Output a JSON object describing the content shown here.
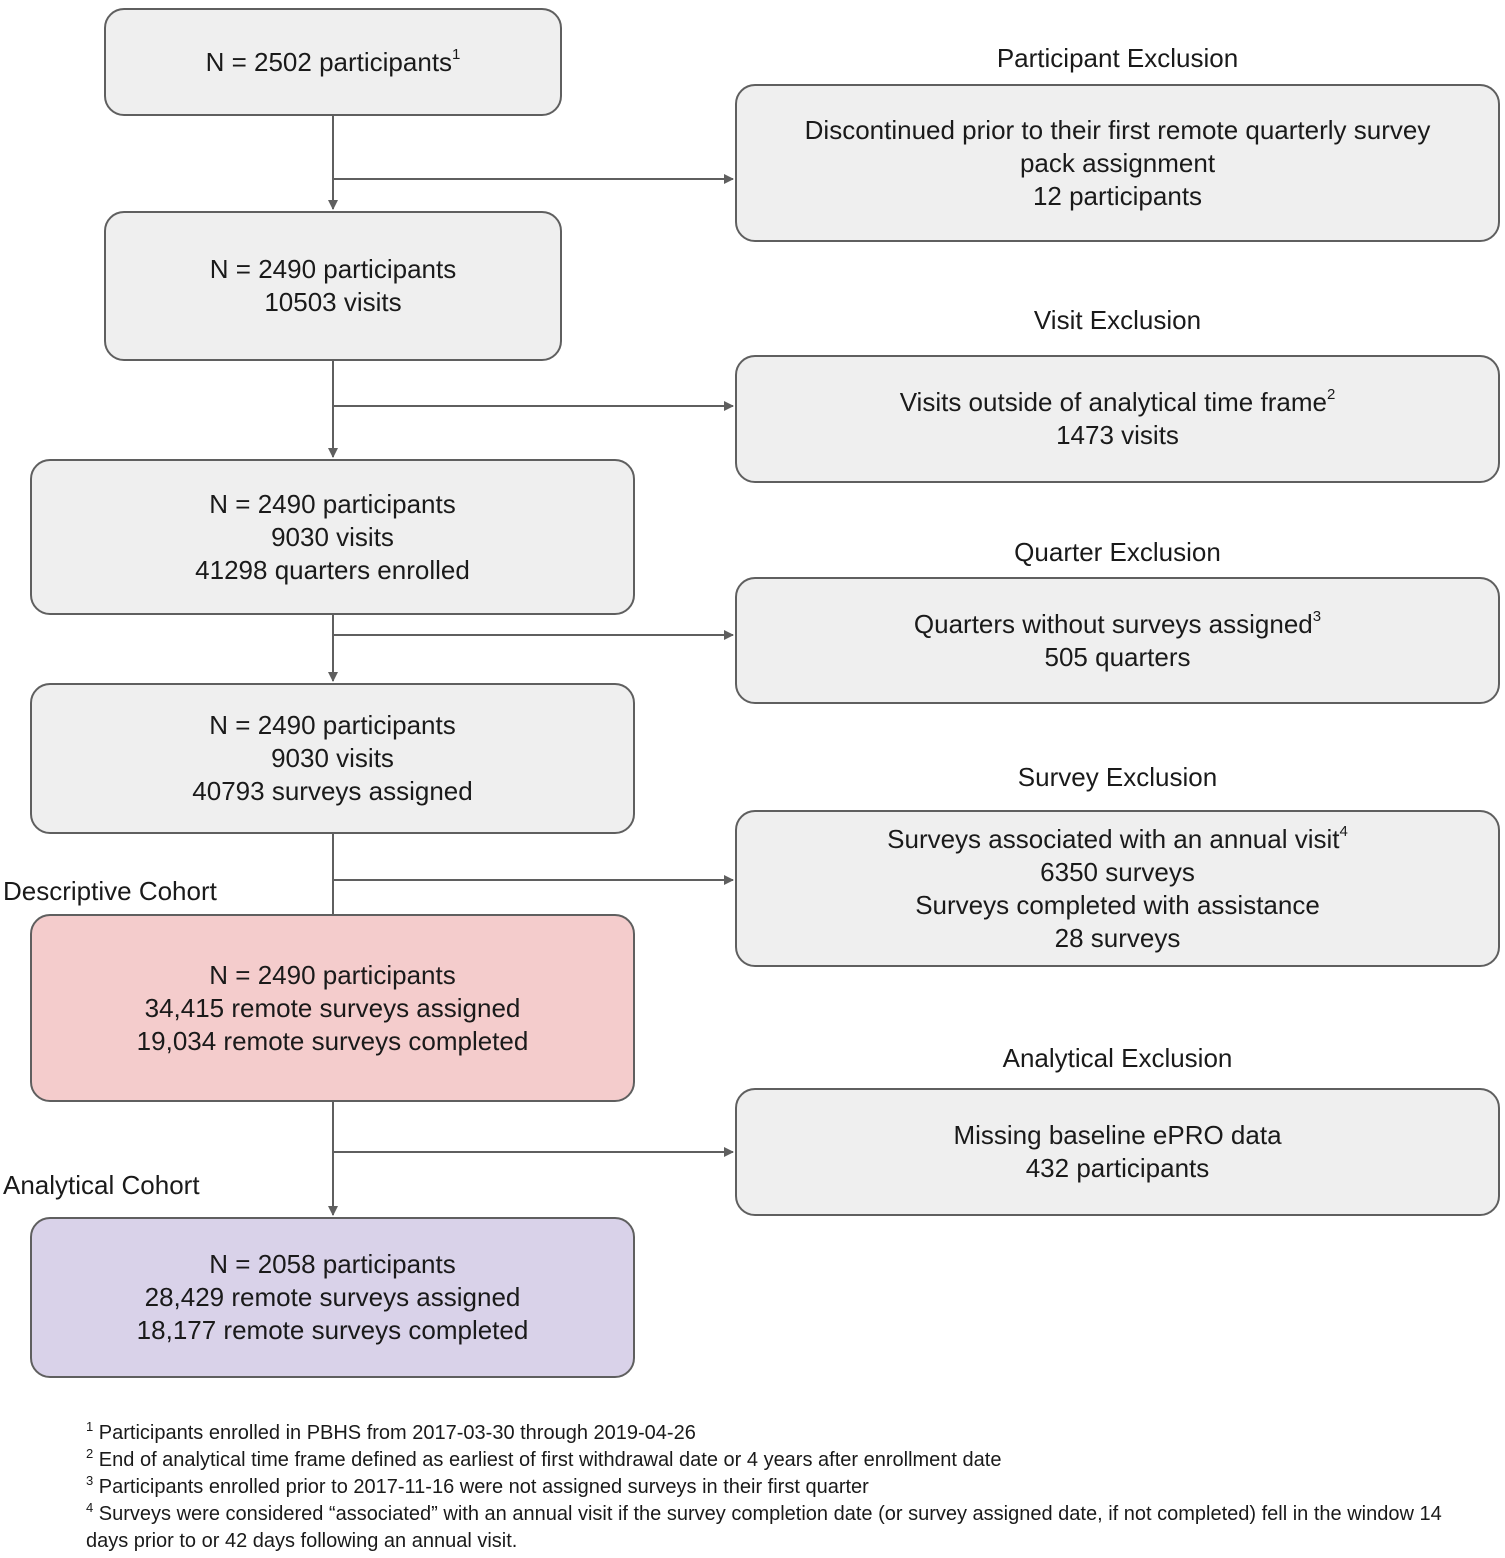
{
  "flow": {
    "b1": {
      "line1": "N = 2502 participants",
      "sup": "1"
    },
    "b2": {
      "line1": "N = 2490 participants",
      "line2": "10503 visits"
    },
    "b3": {
      "line1": "N = 2490 participants",
      "line2": "9030 visits",
      "line3": "41298 quarters enrolled"
    },
    "b4": {
      "line1": "N = 2490 participants",
      "line2": "9030 visits",
      "line3": "40793 surveys assigned"
    },
    "b5": {
      "line1": "N = 2490 participants",
      "line2": "34,415 remote surveys assigned",
      "line3": "19,034 remote surveys completed"
    },
    "b6": {
      "line1": "N = 2058 participants",
      "line2": "28,429 remote surveys assigned",
      "line3": "18,177 remote surveys completed"
    }
  },
  "cohorts": {
    "descriptive": "Descriptive Cohort",
    "analytical": "Analytical Cohort"
  },
  "exclusions": {
    "participant": {
      "title": "Participant Exclusion",
      "line1": "Discontinued prior to their first remote quarterly survey",
      "line2": "pack assignment",
      "line3": "12 participants"
    },
    "visit": {
      "title": "Visit Exclusion",
      "line1": "Visits outside of analytical time frame",
      "sup": "2",
      "line2": "1473 visits"
    },
    "quarter": {
      "title": "Quarter Exclusion",
      "line1": "Quarters without surveys assigned",
      "sup": "3",
      "line2": "505 quarters"
    },
    "survey": {
      "title": "Survey Exclusion",
      "line1": "Surveys associated with an annual visit",
      "sup": "4",
      "line2": "6350 surveys",
      "line3": "Surveys completed with assistance",
      "line4": "28 surveys"
    },
    "analytical": {
      "title": "Analytical Exclusion",
      "line1": "Missing baseline ePRO data",
      "line2": "432 participants"
    }
  },
  "footnotes": [
    {
      "num": "1",
      "text": "Participants enrolled in PBHS from 2017-03-30 through 2019-04-26"
    },
    {
      "num": "2",
      "text": "End of analytical time frame defined as earliest of first withdrawal date or 4 years after enrollment date"
    },
    {
      "num": "3",
      "text": "Participants enrolled prior to 2017-11-16 were not assigned surveys in their first quarter"
    },
    {
      "num": "4",
      "text": "Surveys were considered “associated” with an annual visit if the survey completion date (or survey assigned date, if not completed) fell in the window 14 days prior to or 42 days following an annual visit."
    }
  ],
  "colors": {
    "box_fill": "#efefef",
    "descriptive_fill": "#f4cccc",
    "analytical_fill": "#d9d2e9",
    "stroke": "#5f5f5f"
  }
}
